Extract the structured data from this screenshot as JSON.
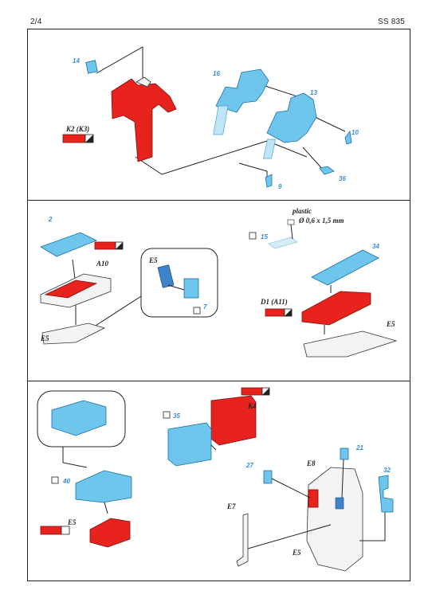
{
  "header": {
    "page": "2/4",
    "code": "SS 835"
  },
  "panel1": {
    "labels": {
      "k2": "K2 (K3)"
    },
    "parts": [
      "14",
      "16",
      "13",
      "10",
      "36",
      "9"
    ]
  },
  "panel2": {
    "labels": {
      "a10": "A10",
      "e5_inset": "E5",
      "e5_left": "E5",
      "d1": "D1 (A11)",
      "e5_right": "E5",
      "plastic": "plastic",
      "plastic_size": "Ø 0,6 x 1,5 mm"
    },
    "parts": [
      "2",
      "7",
      "15",
      "34"
    ]
  },
  "panel3": {
    "labels": {
      "e5_left": "E5",
      "k4": "K4",
      "e8": "E8",
      "e7": "E7",
      "e5_bottom": "E5"
    },
    "parts": [
      "35",
      "40",
      "27",
      "21",
      "32"
    ]
  },
  "colors": {
    "photo_etch": "#6ec6ec",
    "paint_red": "#e8231e",
    "outline": "#222222"
  }
}
